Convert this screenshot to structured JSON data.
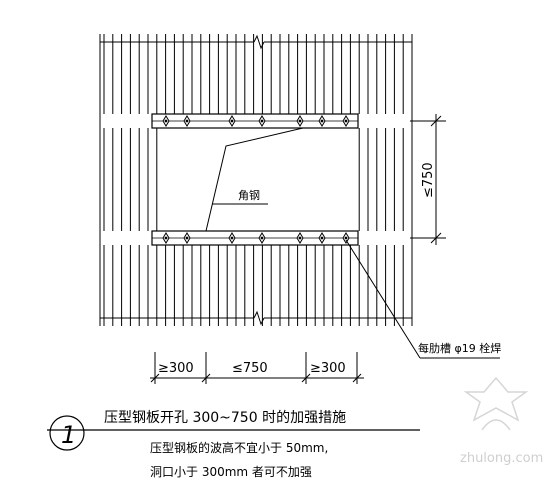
{
  "annotations": {
    "angle_steel": "角钢",
    "bolt_note": "每肋槽   φ19 栓焊",
    "dim_vertical": "≤750",
    "dim_left": "≥300",
    "dim_mid": "≤750",
    "dim_right": "≥300"
  },
  "title_block": {
    "number": "1",
    "title": "压型钢板开孔      300~750 时的加强措施",
    "note_line1": "压型钢板的波高不宜小于              50mm,",
    "note_line2": "洞口小于        300mm  者可不加强"
  },
  "watermark": {
    "text": "zhulong.com"
  },
  "colors": {
    "line": "#000000",
    "watermark": "#cfcfcf"
  }
}
